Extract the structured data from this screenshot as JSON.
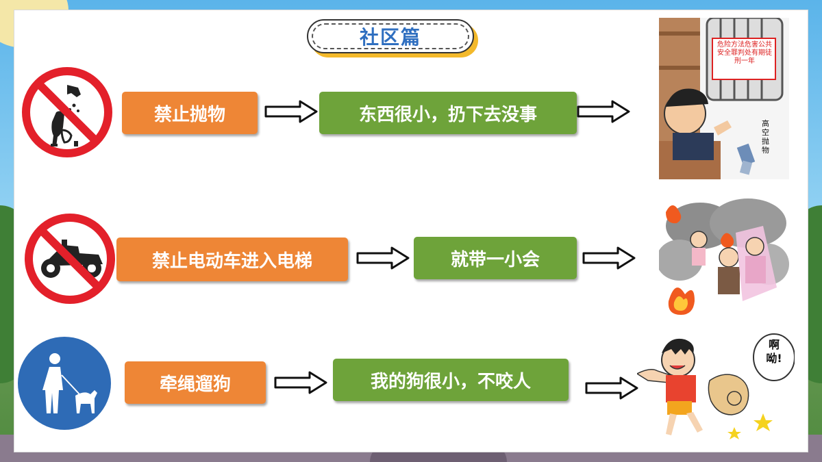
{
  "title": "社区篇",
  "rows": [
    {
      "rule": "禁止抛物",
      "excuse": "东西很小，扔下去没事",
      "sign_icon": "no-littering-sign-icon",
      "illustration": {
        "banner": "危险方法危害公共安全罪判处有期徒刑一年",
        "side_text": "高空抛物"
      }
    },
    {
      "rule": "禁止电动车进入电梯",
      "excuse": "就带一小会",
      "sign_icon": "no-motorcycle-sign-icon",
      "illustration": {}
    },
    {
      "rule": "牵绳遛狗",
      "excuse": "我的狗很小，不咬人",
      "sign_icon": "dog-walking-sign-icon",
      "illustration": {
        "speech": "啊呦!"
      }
    }
  ],
  "colors": {
    "rule_bg": "#ee8636",
    "excuse_bg": "#6ea33a",
    "title_text": "#2f6fc0",
    "title_shadow": "#f3b92b",
    "prohibition_red": "#e3202a",
    "guide_blue": "#2e6bb6"
  }
}
